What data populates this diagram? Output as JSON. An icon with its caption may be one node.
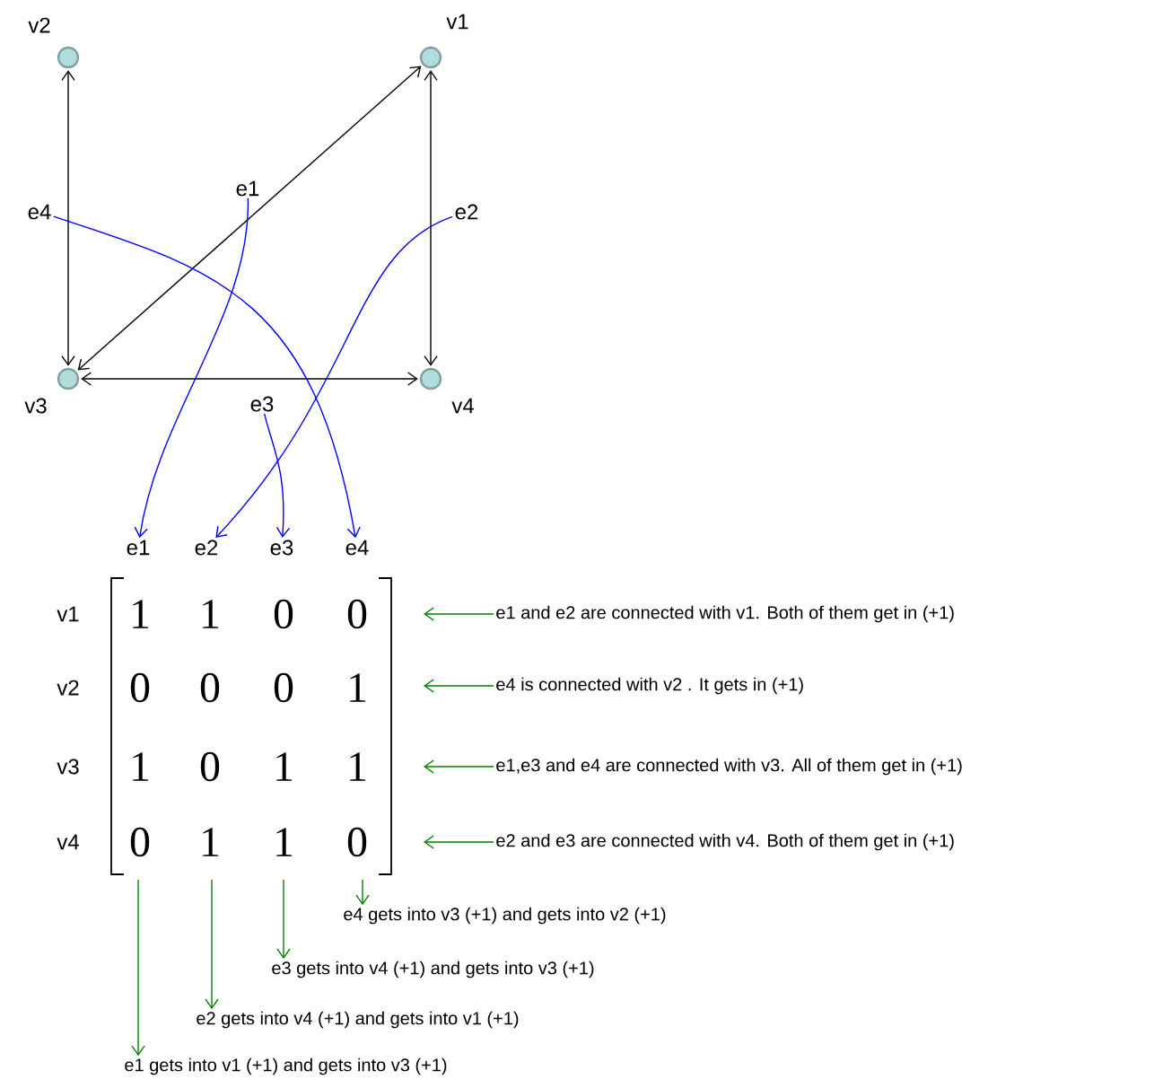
{
  "diagram": {
    "nodes": [
      {
        "text": [
          "v2"
        ]
      },
      {
        "text": [
          "v1"
        ]
      },
      {
        "text": [
          "e1"
        ]
      },
      {
        "text": [
          "e4"
        ]
      },
      {
        "text": [
          "e2"
        ]
      },
      {
        "text": [
          "v3"
        ]
      },
      {
        "text": [
          "v4"
        ]
      },
      {
        "text": [
          "e3"
        ]
      },
      {
        "text": [
          "e1"
        ]
      },
      {
        "text": [
          "e2"
        ]
      },
      {
        "text": [
          "e3"
        ]
      },
      {
        "text": [
          "e4"
        ]
      },
      {
        "text": [
          "e1 and e2 are connected with v1. Both of them get in (+1)"
        ]
      },
      {
        "text": [
          "e4  is connected with v2 . It gets in (+1)"
        ]
      },
      {
        "text": [
          "e1,e3 and e4 are connected with v3. All of them get in (+1)"
        ]
      },
      {
        "text": [
          "e2 and e3 are connected with v4. Both of them get in (+1)"
        ]
      },
      {
        "text": [
          "e4 gets into v3 (+1) and gets into v2 (+1)"
        ]
      },
      {
        "text": [
          "e3 gets into v4 (+1) and gets into v3 (+1)"
        ]
      },
      {
        "text": [
          "e2 gets into v4 (+1) and gets into v1 (+1)"
        ]
      },
      {
        "text": [
          "e1 gets into v1 (+1) and gets into v3 (+1)"
        ]
      }
    ],
    "edges": [
      {
        "from": 0,
        "to": 5,
        "arrow": "both",
        "color": "#000000"
      },
      {
        "from": 5,
        "to": 1,
        "arrow": "both",
        "color": "#000000"
      },
      {
        "from": 1,
        "to": 6,
        "arrow": "both",
        "color": "#000000"
      },
      {
        "from": 5,
        "to": 6,
        "arrow": "both",
        "color": "#000000"
      },
      {
        "from": 2,
        "to": 8,
        "arrow": "to",
        "color": "#0000ff"
      },
      {
        "from": 4,
        "to": 9,
        "arrow": "to",
        "color": "#0000ff"
      },
      {
        "from": 7,
        "to": 10,
        "arrow": "to",
        "color": "#0000ff"
      },
      {
        "from": 3,
        "to": 11,
        "arrow": "to",
        "color": "#0000ff"
      },
      {
        "from": 12,
        "to": null,
        "arrow": "to"
      },
      {
        "from": 13,
        "to": null,
        "arrow": "to"
      },
      {
        "from": 14,
        "to": null,
        "arrow": "to"
      },
      {
        "from": 15,
        "to": null,
        "arrow": "to"
      },
      {
        "from": null,
        "to": 16,
        "arrow": "to"
      },
      {
        "from": null,
        "to": 17,
        "arrow": "to"
      },
      {
        "from": null,
        "to": 18,
        "arrow": "to"
      },
      {
        "from": null,
        "to": 19,
        "arrow": "to"
      }
    ],
    "labels": [
      "v1",
      "1",
      "1",
      "0",
      "0",
      "v2",
      "0",
      "0",
      "0",
      "1",
      "v3",
      "1",
      "0",
      "1",
      "1",
      "v4",
      "0",
      "1",
      "1",
      "0"
    ]
  }
}
